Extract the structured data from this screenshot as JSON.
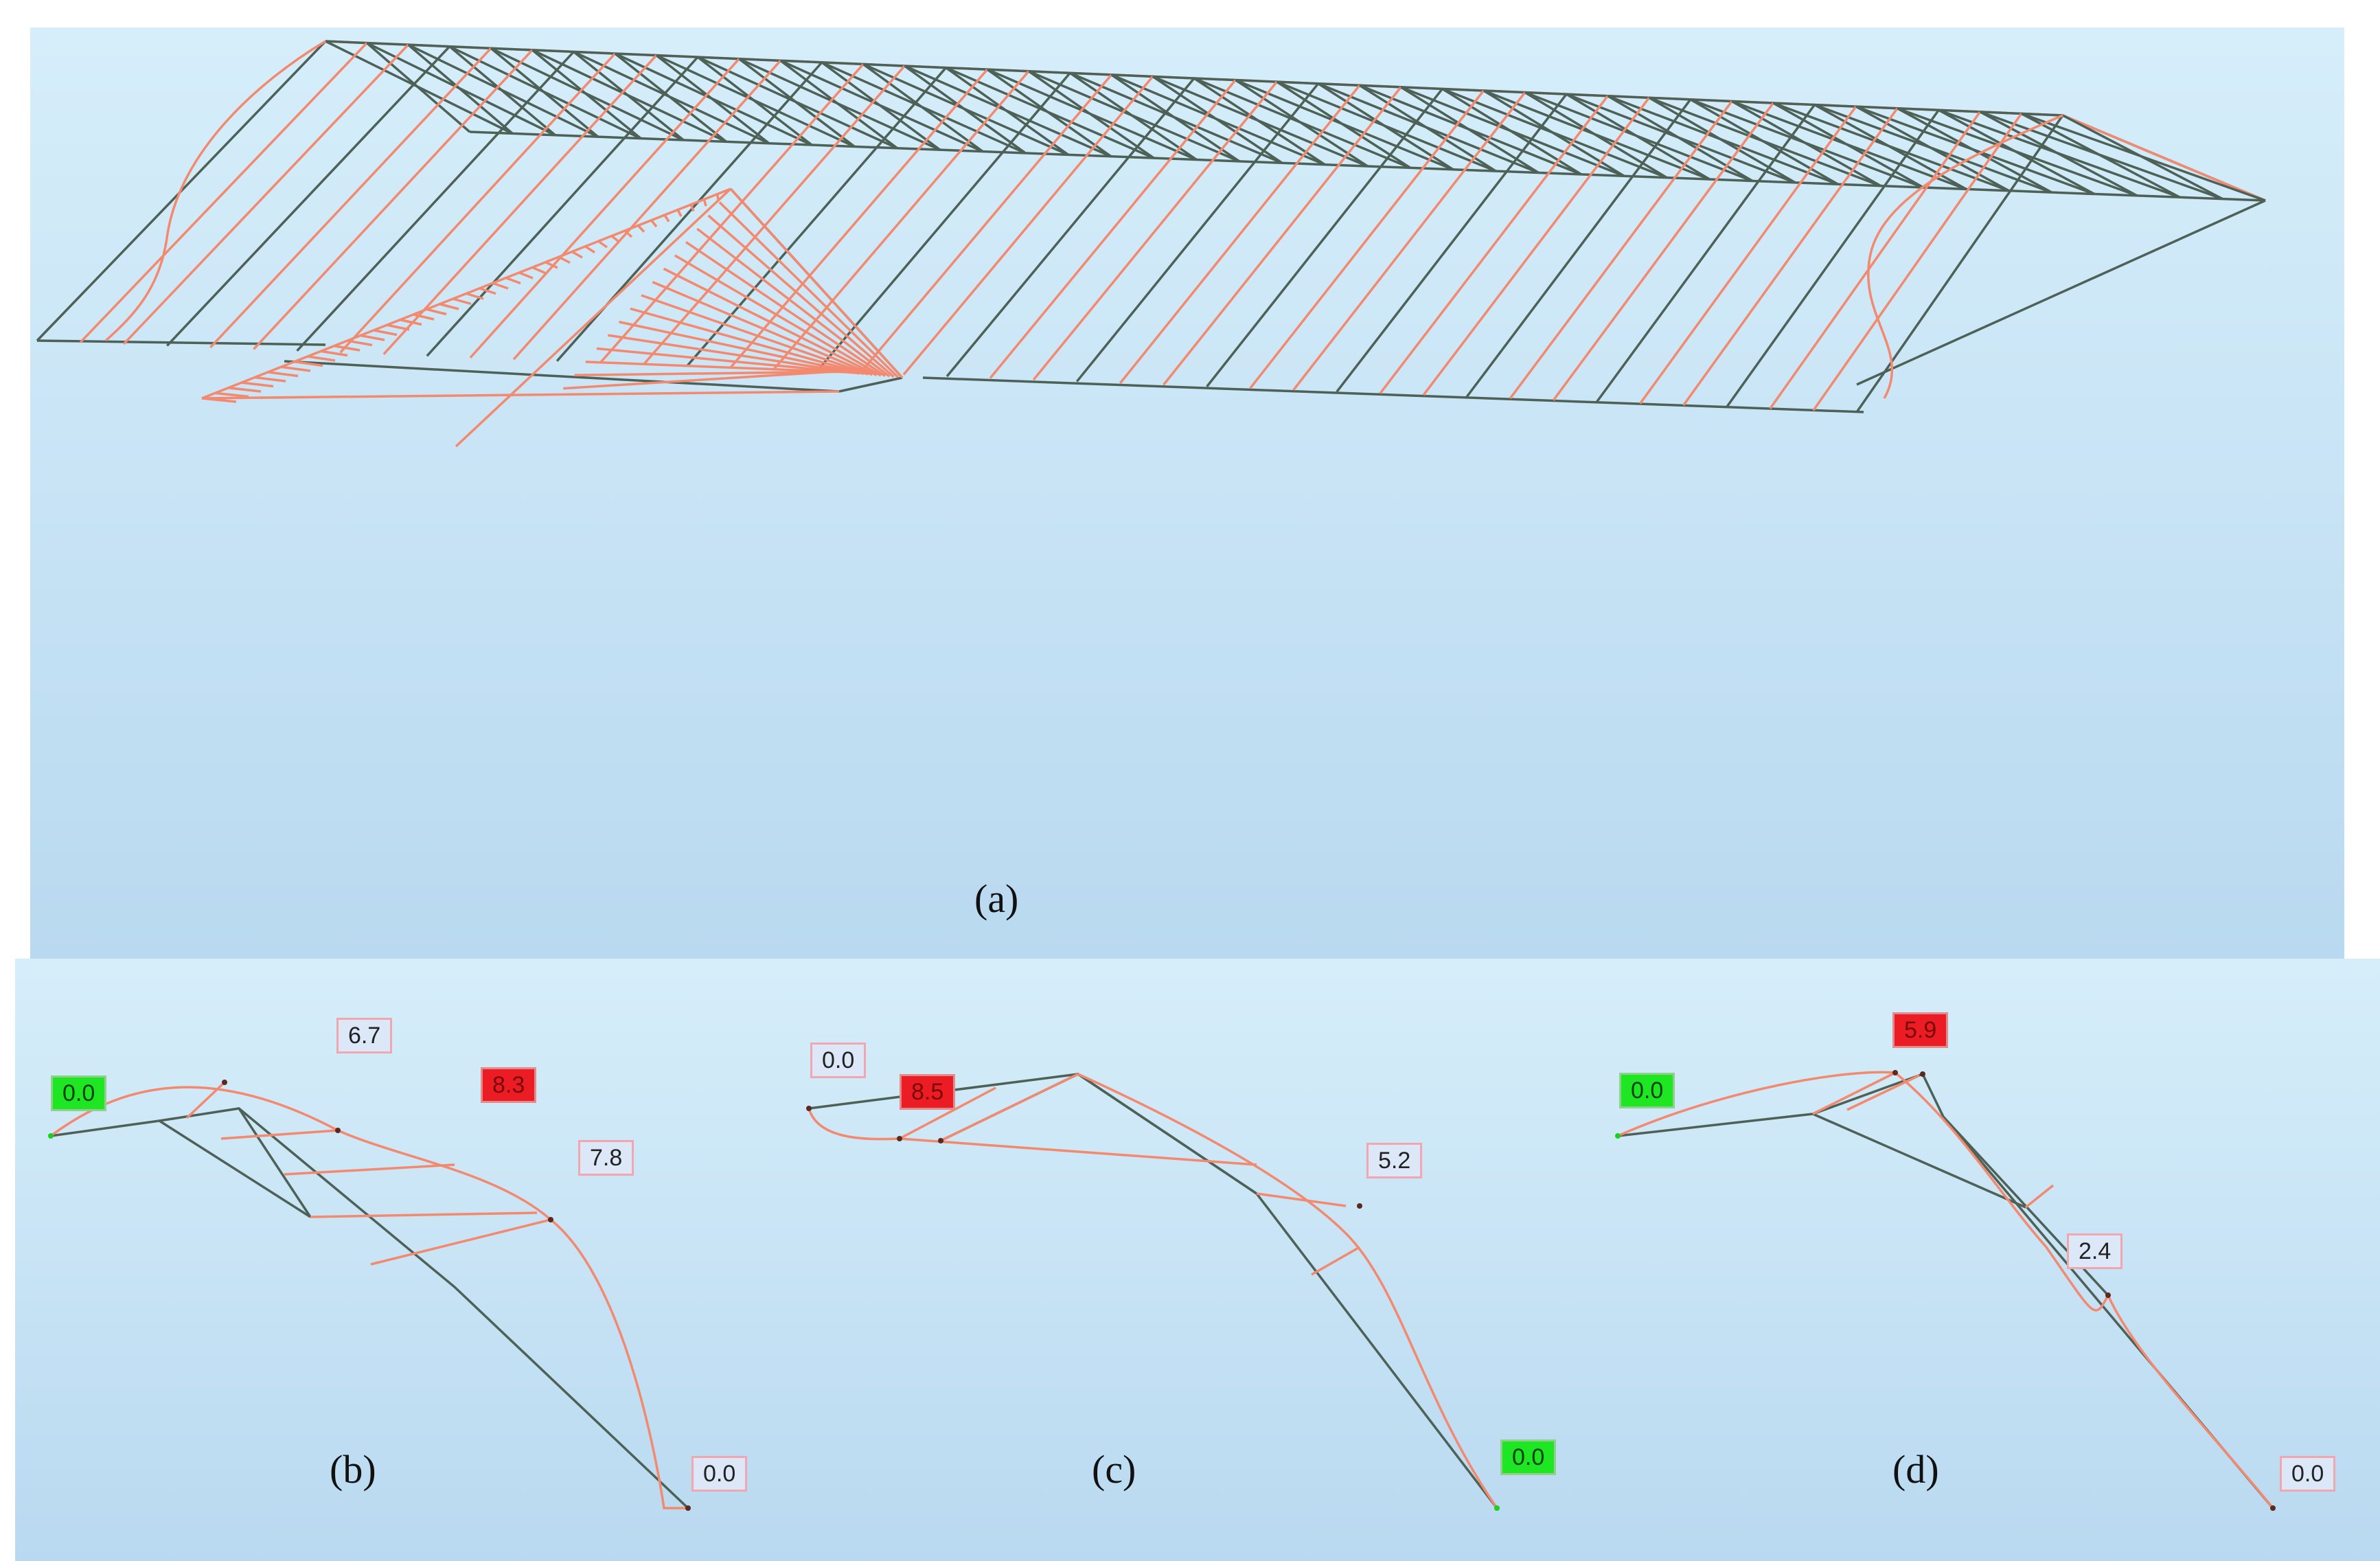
{
  "captions": {
    "a": "(a)",
    "b": "(b)",
    "c": "(c)",
    "d": "(d)"
  },
  "colors": {
    "frame": "#4d6157",
    "deflection": "#f3896f",
    "max_tag": "#ec1c24",
    "zero_tag": "#1fe623",
    "value_tag": "#dce8f8"
  },
  "panel_b": {
    "labels": [
      "0.0",
      "6.7",
      "8.3",
      "7.8",
      "0.0"
    ]
  },
  "panel_c": {
    "labels": [
      "0.0",
      "8.5",
      "5.2",
      "0.0"
    ]
  },
  "panel_d": {
    "labels": [
      "0.0",
      "5.9",
      "2.4",
      "0.0"
    ]
  }
}
